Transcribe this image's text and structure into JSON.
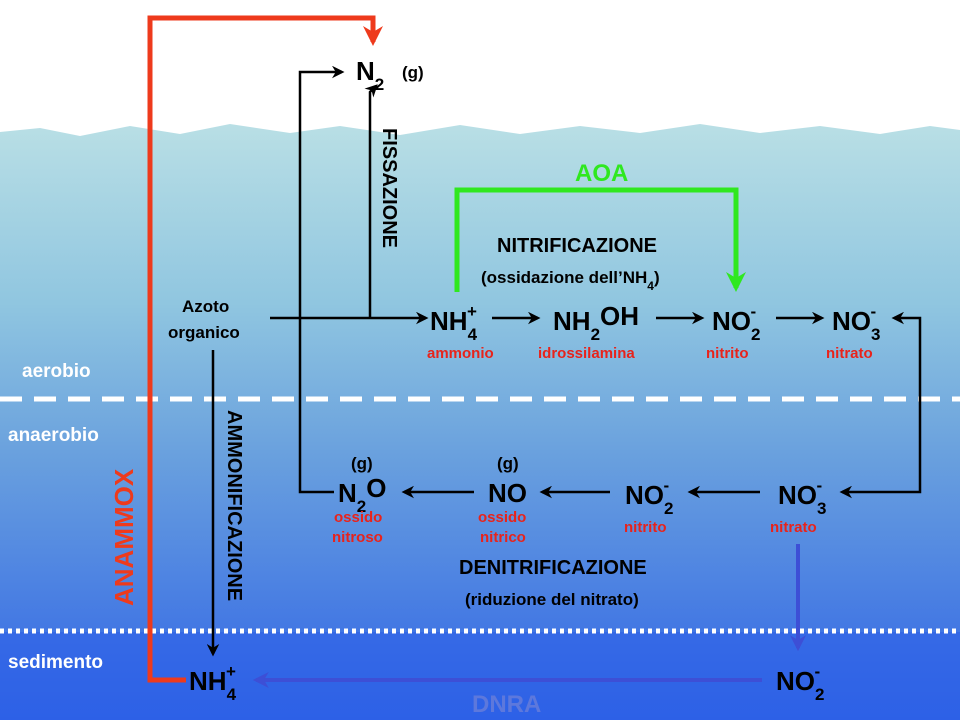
{
  "zones": {
    "aerobic": "aerobio",
    "anaerobic": "anaerobio",
    "sediment": "sedimento"
  },
  "processes": {
    "fixation": "FISSAZIONE",
    "aoa": "AOA",
    "nitrification": "NITRIFICAZIONE",
    "nitrification_sub_pre": "(ossidazione dell’NH",
    "nitrification_sub_idx": "4",
    "nitrification_sub_post": ")",
    "ammonification": "AMMONIFICAZIONE",
    "anammox": "ANAMMOX",
    "denitrification": "DENITRIFICAZIONE",
    "denitrification_sub": "(riduzione del nitrato)",
    "dnra": "DNRA"
  },
  "species": {
    "n2": {
      "base": "N",
      "sub": "2",
      "state": "(g)"
    },
    "organic_line1": "Azoto",
    "organic_line2": "organico",
    "nh4": {
      "base": "NH",
      "sub": "4",
      "sup": "+",
      "name": "ammonio"
    },
    "nh2oh": {
      "pre": "NH",
      "sub": "2",
      "post": "OH",
      "name": "idrossilamina"
    },
    "no2": {
      "base": "NO",
      "sub": "2",
      "sup": "-",
      "name": "nitrito"
    },
    "no3": {
      "base": "NO",
      "sub": "3",
      "sup": "-",
      "name": "nitrato"
    },
    "no3_anaer": {
      "base": "NO",
      "sub": "3",
      "sup": "-",
      "name": "nitrato"
    },
    "no2_anaer": {
      "base": "NO",
      "sub": "2",
      "sup": "-",
      "name": "nitrito"
    },
    "no": {
      "base": "NO",
      "state": "(g)",
      "name1": "ossido",
      "name2": "nitrico"
    },
    "n2o": {
      "pre": "N",
      "sub": "2",
      "post": "O",
      "state": "(g)",
      "name1": "ossido",
      "name2": "nitroso"
    },
    "nh4_sed": {
      "base": "NH",
      "sub": "4",
      "sup": "+"
    },
    "no2_sed": {
      "base": "NO",
      "sub": "2",
      "sup": "-"
    }
  },
  "colors": {
    "sky": "#ffffff",
    "water_top": "#b8dfe6",
    "water_mid": "#6aa3dc",
    "water_bottom": "#2b62e6",
    "anammox": "#ee3a1c",
    "aoa": "#2fe81f",
    "dnra": "#3d4fd6",
    "labels_red": "#e8231b"
  }
}
